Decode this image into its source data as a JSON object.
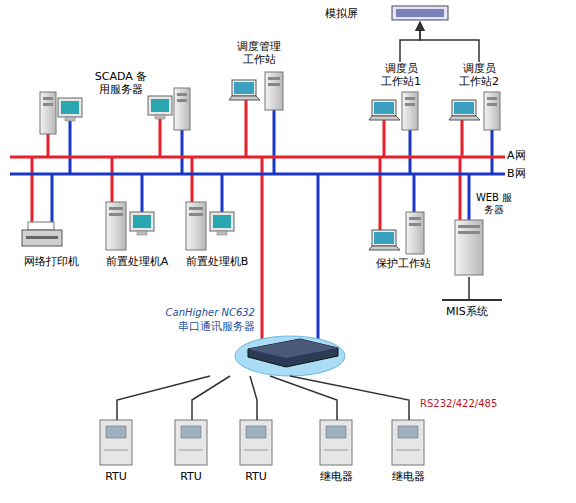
{
  "diagram": {
    "nodes": [
      {
        "text": [
          "模拟屏"
        ]
      },
      {
        "text": [
          "SCADA 备用服务器"
        ]
      },
      {
        "text": [
          "调度管理 工作站"
        ]
      },
      {
        "text": [
          "调度员 工作站1"
        ]
      },
      {
        "text": [
          "调度员 工作站2"
        ]
      },
      {
        "text": [
          "网络打印机"
        ]
      },
      {
        "text": [
          "前置处理机A"
        ]
      },
      {
        "text": [
          "前置处理机B"
        ]
      },
      {
        "text": [
          "保护工作站"
        ]
      },
      {
        "text": [
          "WEB 服务器"
        ]
      },
      {
        "text": [
          "CanHigher NC632",
          "串口通讯服务器"
        ]
      },
      {
        "text": [
          "RTU"
        ]
      },
      {
        "text": [
          "RTU"
        ]
      },
      {
        "text": [
          "RTU"
        ]
      },
      {
        "text": [
          "继电器"
        ]
      },
      {
        "text": [
          "继电器"
        ]
      }
    ],
    "edges": [
      {
        "from": 3,
        "to": 0,
        "arrow": "to"
      },
      {
        "from": 4,
        "to": 0,
        "arrow": "to"
      },
      {
        "from": 10,
        "to": 11,
        "arrow": "none"
      },
      {
        "from": 10,
        "to": 12,
        "arrow": "none"
      },
      {
        "from": 10,
        "to": 13,
        "arrow": "none"
      },
      {
        "from": 10,
        "to": 14,
        "arrow": "none"
      },
      {
        "from": 10,
        "to": 15,
        "arrow": "none"
      }
    ],
    "labels": [
      "A网",
      "B网",
      "MIS系统",
      "RS232/422/485"
    ]
  }
}
